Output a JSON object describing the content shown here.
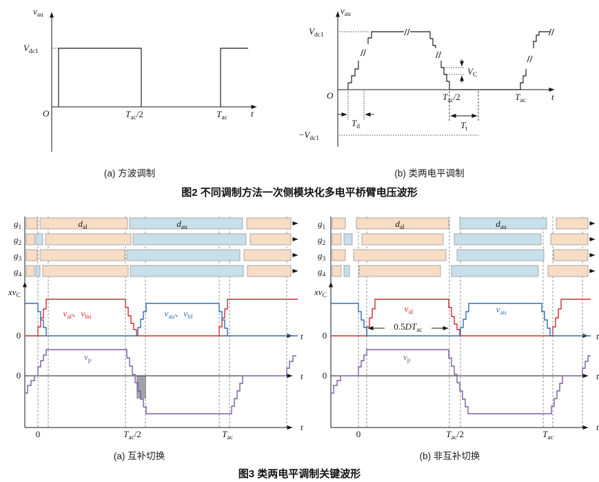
{
  "colors": {
    "peach": "#f7dcc6",
    "light_blue": "#c8dfe9",
    "red": "#d8272e",
    "blue": "#2e6fb0",
    "purple": "#7a5ba6",
    "gray_dash": "#8c8c8c",
    "shade": "#8f909a"
  },
  "fig2": {
    "caption": "图2  不同调制方法一次侧模块化多电平桥臂电压波形",
    "a": {
      "caption": "(a) 方波调制",
      "ylabel": {
        "base": "v",
        "sub": "au"
      },
      "vdc1": {
        "base": "V",
        "sub": "dc1"
      },
      "origin": "O",
      "tick_half": {
        "base": "T",
        "sub": "ac",
        "post": "/2"
      },
      "tick_full": {
        "base": "T",
        "sub": "ac"
      },
      "xlabel": "t"
    },
    "b": {
      "caption": "(b) 类两电平调制",
      "ylabel": {
        "base": "v",
        "sub": "au"
      },
      "vdc1": {
        "base": "V",
        "sub": "dc1"
      },
      "neg_vdc1": {
        "pre": "−",
        "base": "V",
        "sub": "dc1"
      },
      "vc": {
        "base": "V",
        "sub": "C"
      },
      "td": {
        "base": "T",
        "sub": "d"
      },
      "tt": {
        "base": "T",
        "sub": "t"
      },
      "origin": "O",
      "tick_half": {
        "base": "T",
        "sub": "ac",
        "post": "/2"
      },
      "tick_full": {
        "base": "T",
        "sub": "ac"
      },
      "xlabel": "t"
    }
  },
  "fig3": {
    "caption": "图3  类两电平调制关键波形",
    "a": {
      "caption": "(a) 互补切换",
      "gates": [
        {
          "base": "g",
          "sub": "1"
        },
        {
          "base": "g",
          "sub": "2"
        },
        {
          "base": "g",
          "sub": "3"
        },
        {
          "base": "g",
          "sub": "4"
        }
      ],
      "d_al": {
        "base": "d",
        "sub": "al"
      },
      "d_au": {
        "base": "d",
        "sub": "au"
      },
      "y1label": {
        "pre": "x",
        "base": "v",
        "sub": "C"
      },
      "red_label": {
        "b1": "v",
        "s1": "al",
        "mid": "、",
        "b2": "v",
        "s2": "bu"
      },
      "blue_label": {
        "b1": "v",
        "s1": "au",
        "mid": "、",
        "b2": "v",
        "s2": "bl"
      },
      "vp": {
        "base": "v",
        "sub": "p"
      },
      "zero": "0",
      "tick_zero": "0",
      "tick_half": {
        "base": "T",
        "sub": "ac",
        "post": "/2"
      },
      "tick_full": {
        "base": "T",
        "sub": "ac"
      },
      "xlabel": "t"
    },
    "b": {
      "caption": "(b) 非互补切换",
      "gates": [
        {
          "base": "g",
          "sub": "1"
        },
        {
          "base": "g",
          "sub": "2"
        },
        {
          "base": "g",
          "sub": "3"
        },
        {
          "base": "g",
          "sub": "4"
        }
      ],
      "d_al": {
        "base": "d",
        "sub": "al"
      },
      "d_au": {
        "base": "d",
        "sub": "au"
      },
      "y1label": {
        "pre": "x",
        "base": "v",
        "sub": "C"
      },
      "red_label": {
        "base": "v",
        "sub": "al"
      },
      "blue_label": {
        "base": "v",
        "sub": "au"
      },
      "duty": {
        "pre": "0.5",
        "b1": "D",
        "b2": "T",
        "sub": "ac"
      },
      "vp": {
        "base": "v",
        "sub": "p"
      },
      "zero": "0",
      "tick_zero": "0",
      "tick_half": {
        "base": "T",
        "sub": "ac",
        "post": "/2"
      },
      "tick_full": {
        "base": "T",
        "sub": "ac"
      },
      "xlabel": "t"
    }
  }
}
